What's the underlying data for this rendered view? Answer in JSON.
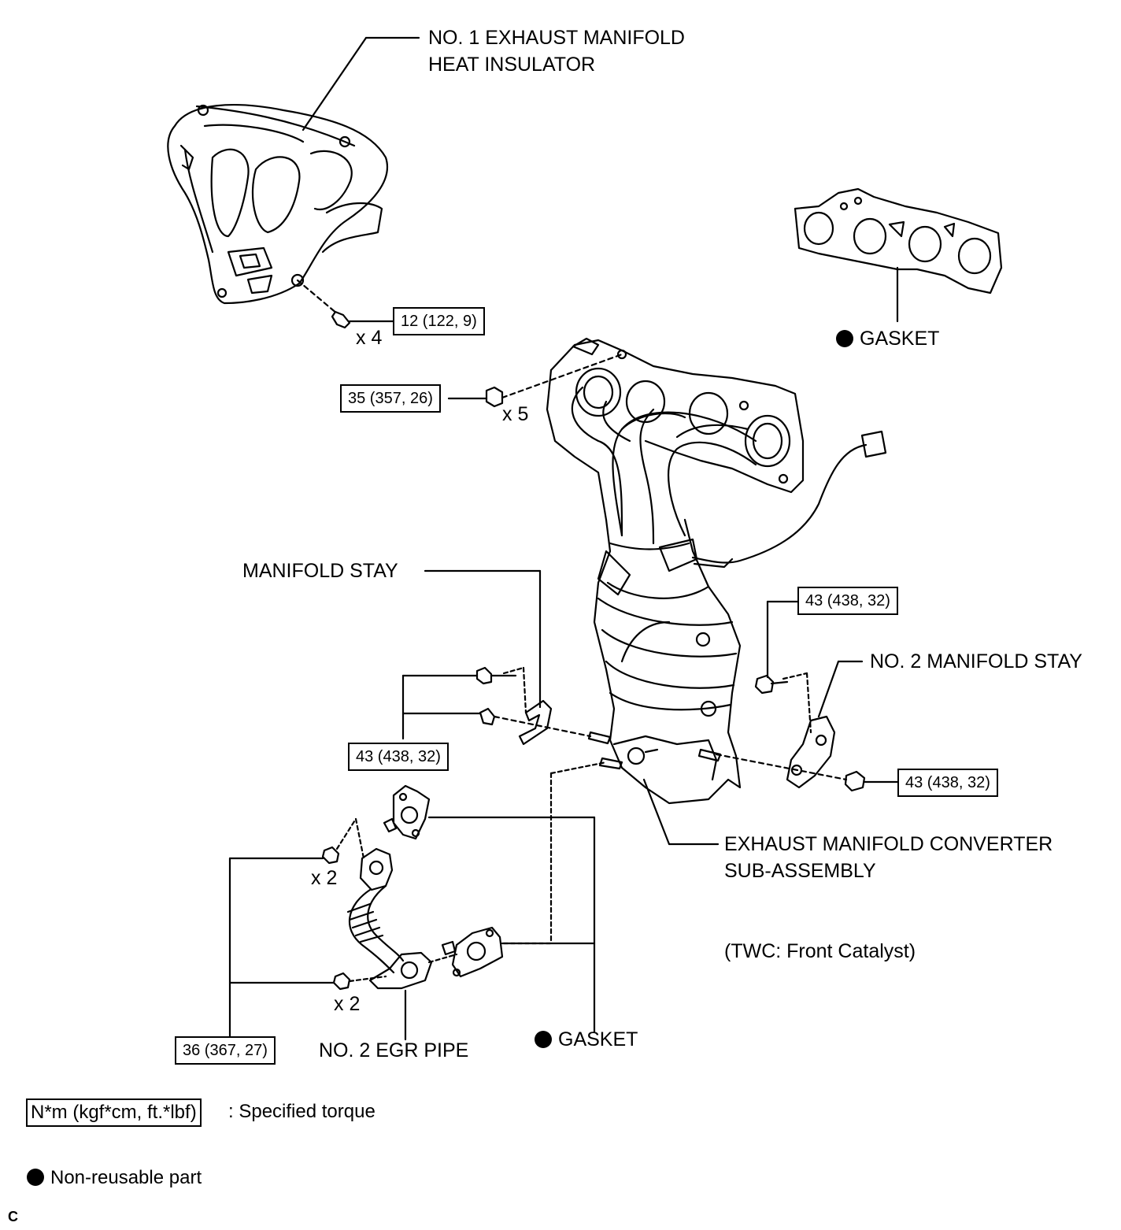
{
  "labels": {
    "heat_insulator_line1": "NO. 1 EXHAUST MANIFOLD",
    "heat_insulator_line2": "HEAT INSULATOR",
    "gasket_top": "GASKET",
    "manifold_stay": "MANIFOLD STAY",
    "no2_manifold_stay": "NO. 2 MANIFOLD STAY",
    "converter_line1": "EXHAUST MANIFOLD CONVERTER",
    "converter_line2": "SUB-ASSEMBLY",
    "twc_note": "(TWC: Front Catalyst)",
    "egr_pipe": "NO. 2 EGR PIPE",
    "gasket_bottom": "GASKET"
  },
  "torque": {
    "insulator_bolts": "12 (122, 9)",
    "manifold_nuts": "35 (357, 26)",
    "no2_stay_upper": "43 (438, 32)",
    "manifold_stay": "43 (438, 32)",
    "no2_stay_lower": "43 (438, 32)",
    "egr_pipe": "36 (367, 27)"
  },
  "quantities": {
    "insulator_bolts": "x 4",
    "manifold_nuts": "x 5",
    "egr_upper": "x 2",
    "egr_lower": "x 2"
  },
  "legend": {
    "torque_unit": "N*m (kgf*cm, ft.*lbf)",
    "torque_desc": ": Specified torque",
    "non_reusable": "Non-reusable part"
  },
  "figure_code": "C"
}
